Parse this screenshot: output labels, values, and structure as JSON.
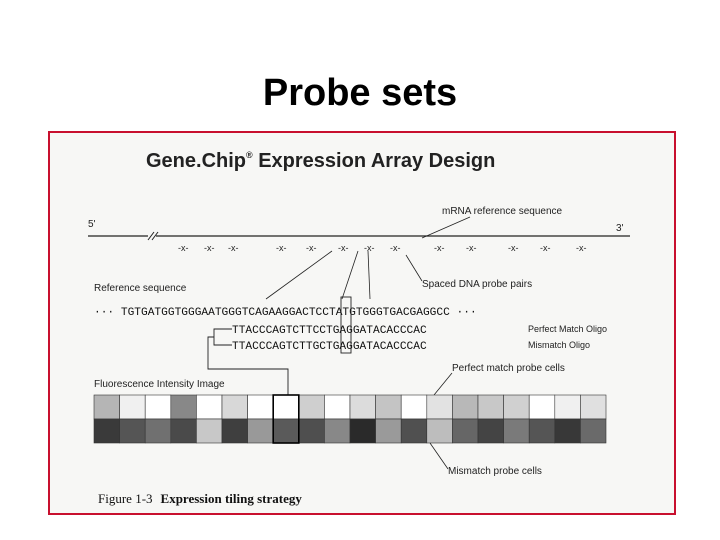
{
  "slide": {
    "title": "Probe sets"
  },
  "figure": {
    "heading_main": "Gene.Chip",
    "heading_reg": "®",
    "heading_rest": " Expression Array Design",
    "five_prime": "5'",
    "three_prime": "3'",
    "mrna_label": "mRNA reference sequence",
    "probe_pairs_label": "Spaced DNA probe pairs",
    "probe_mark": "-x-",
    "reference_label": "Reference sequence",
    "reference_seq": "··· TGTGATGGTGGGAATGGGTCAGAAGGACTCCTATGTGGGTGACGAGGCC ···",
    "pm_seq": "TTACCCAGTCTTCCTGAGGATACACCCAC",
    "pm_label": "Perfect Match Oligo",
    "mm_seq": "TTACCCAGTCTTGCTGAGGATACACCCAC",
    "mm_label": "Mismatch Oligo",
    "fluorescence_label": "Fluorescence Intensity Image",
    "pm_cells_label": "Perfect match probe cells",
    "mm_cells_label": "Mismatch probe cells",
    "caption_prefix": "Figure 1-3",
    "caption_text": "Expression tiling strategy"
  },
  "grid": {
    "top_row": [
      "#b5b5b5",
      "#f0f0f0",
      "#ffffff",
      "#888888",
      "#ffffff",
      "#d8d8d8",
      "#ffffff",
      "#ffffff",
      "#cfcfcf",
      "#ffffff",
      "#dcdcdc",
      "#c4c4c4",
      "#ffffff",
      "#e2e2e2",
      "#b8b8b8",
      "#c8c8c8",
      "#d0d0d0",
      "#ffffff",
      "#f0f0f0",
      "#e0e0e0"
    ],
    "bottom_row": [
      "#3a3a3a",
      "#555555",
      "#707070",
      "#4a4a4a",
      "#c8c8c8",
      "#3f3f3f",
      "#999999",
      "#5a5a5a",
      "#4f4f4f",
      "#888888",
      "#2a2a2a",
      "#9a9a9a",
      "#505050",
      "#bdbdbd",
      "#666666",
      "#444444",
      "#7a7a7a",
      "#555555",
      "#383838",
      "#6a6a6a"
    ]
  }
}
